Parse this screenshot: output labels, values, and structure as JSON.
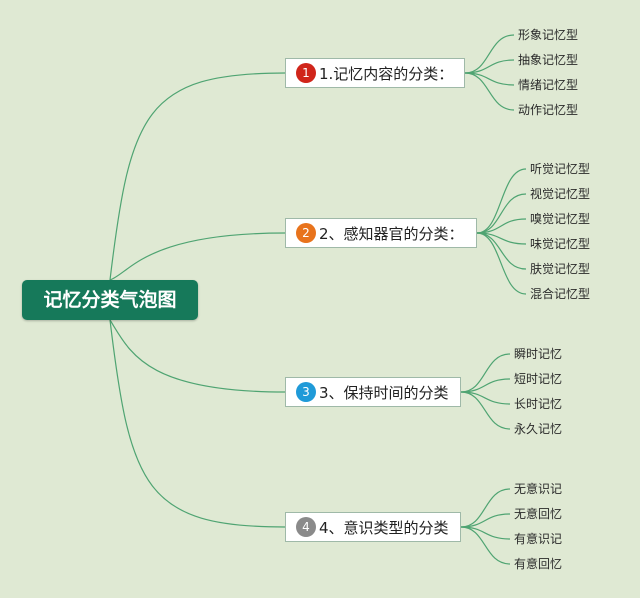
{
  "root": {
    "label": "记忆分类气泡图"
  },
  "branches": [
    {
      "number": "1",
      "label": "1.记忆内容的分类：",
      "badge_color": "#d0251a",
      "leaves": [
        "形象记忆型",
        "抽象记忆型",
        "情绪记忆型",
        "动作记忆型"
      ]
    },
    {
      "number": "2",
      "label": "2、感知器官的分类：",
      "badge_color": "#e8731c",
      "leaves": [
        "听觉记忆型",
        "视觉记忆型",
        "嗅觉记忆型",
        "味觉记忆型",
        "肤觉记忆型",
        "混合记忆型"
      ]
    },
    {
      "number": "3",
      "label": "3、保持时间的分类",
      "badge_color": "#1f9ad8",
      "leaves": [
        "瞬时记忆",
        "短时记忆",
        "长时记忆",
        "永久记忆"
      ]
    },
    {
      "number": "4",
      "label": "4、意识类型的分类",
      "badge_color": "#8a8a8a",
      "leaves": [
        "无意识记",
        "无意回忆",
        "有意识记",
        "有意回忆"
      ]
    }
  ],
  "colors": {
    "connector": "#4fa472",
    "root_fill": "#16795a"
  }
}
